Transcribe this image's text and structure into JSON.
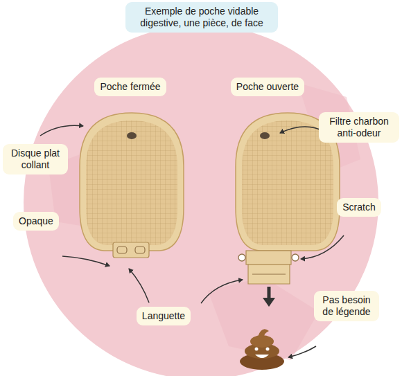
{
  "diagram": {
    "title": "Exemple de poche vidable digestive, une pièce, de face",
    "nodes": [
      {
        "text": [
          "Poche fermée"
        ]
      },
      {
        "text": [
          "Poche ouverte"
        ]
      },
      {
        "text": [
          "Filtre charbon anti-odeur"
        ]
      },
      {
        "text": [
          "Disque plat collant"
        ]
      },
      {
        "text": [
          "Opaque"
        ]
      },
      {
        "text": [
          "Scratch"
        ]
      },
      {
        "text": [
          "Languette"
        ]
      },
      {
        "text": [
          "Pas besoin de légende"
        ]
      }
    ]
  }
}
